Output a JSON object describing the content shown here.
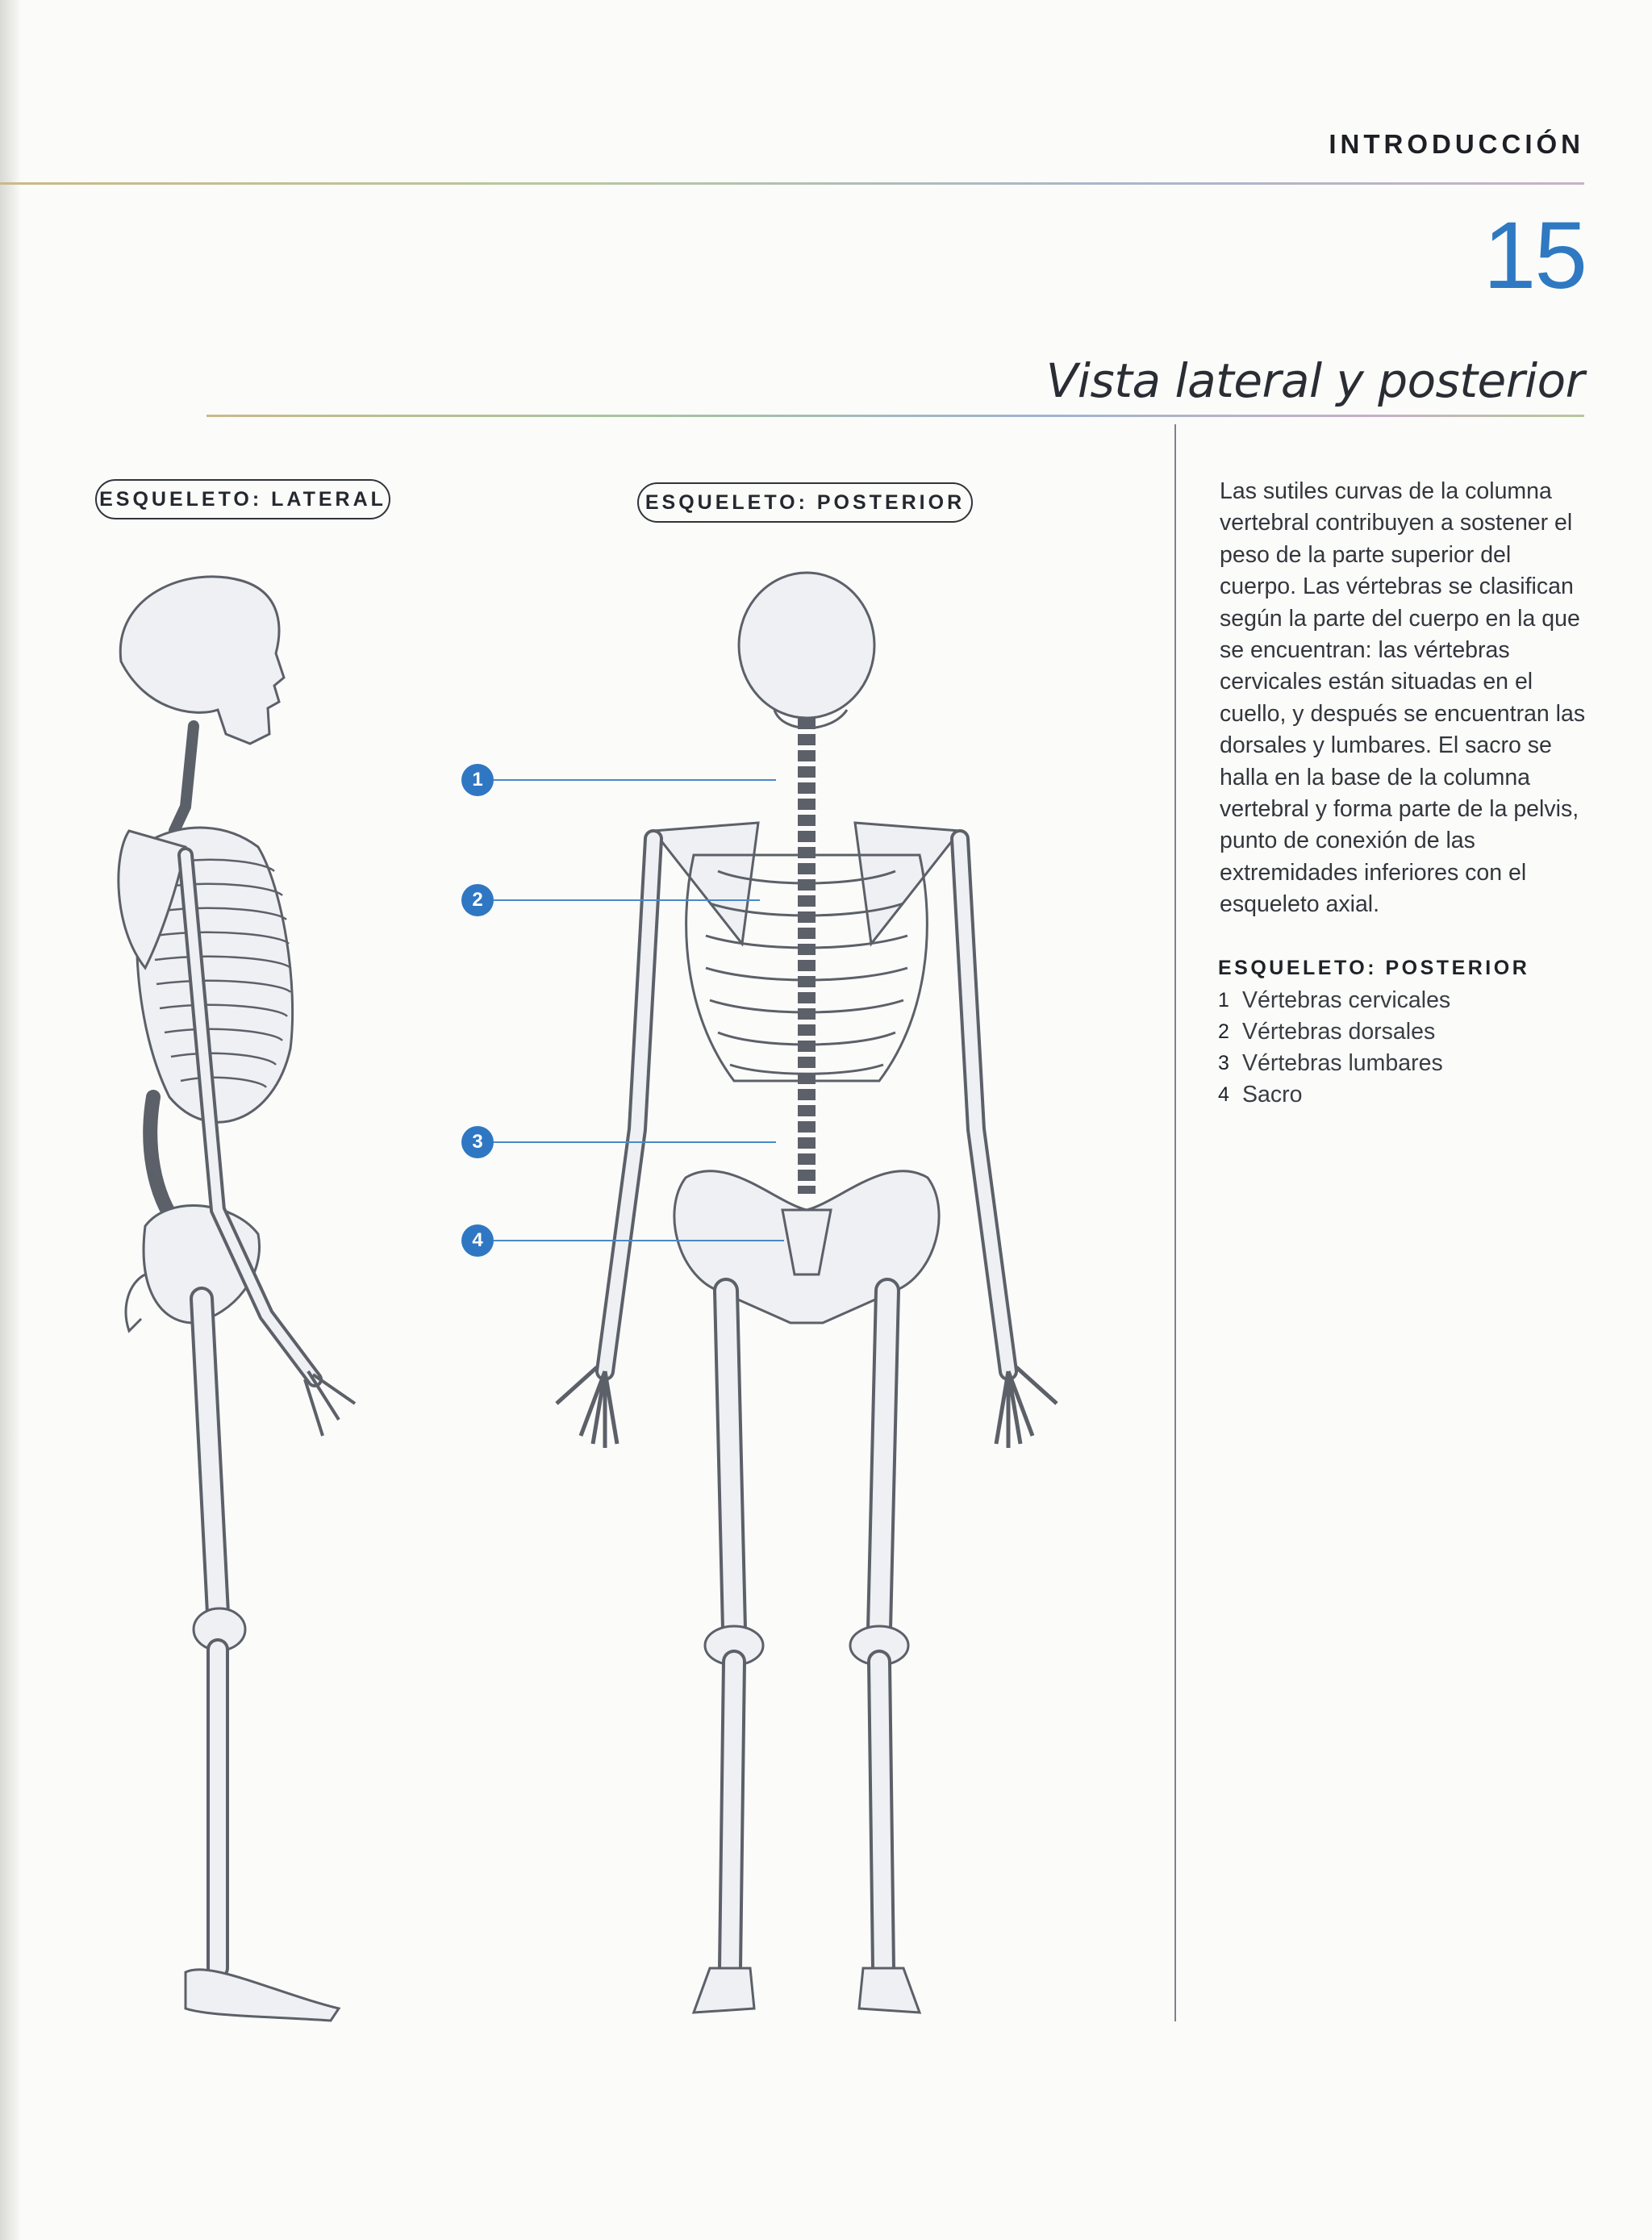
{
  "header": {
    "section": "INTRODUCCIÓN",
    "page_number": "15",
    "title": "Vista lateral y posterior"
  },
  "figures": {
    "lateral_label": "ESQUELETO: LATERAL",
    "posterior_label": "ESQUELETO: POSTERIOR",
    "callouts": [
      "1",
      "2",
      "3",
      "4"
    ]
  },
  "body": {
    "paragraph": "Las sutiles curvas de la columna vertebral contribuyen a sostener el peso de la parte superior del cuerpo. Las vértebras se clasifican según la parte del cuerpo en la que se encuentran: las vértebras cervicales están situadas en el cuello, y después se encuentran las dorsales y lumbares. El sacro se halla en la base de la columna vertebral y forma parte de la pelvis, punto de conexión de las extremidades inferiores con el esqueleto axial."
  },
  "legend": {
    "title": "ESQUELETO: POSTERIOR",
    "items": [
      {
        "num": "1",
        "label": "Vértebras cervicales"
      },
      {
        "num": "2",
        "label": "Vértebras dorsales"
      },
      {
        "num": "3",
        "label": "Vértebras lumbares"
      },
      {
        "num": "4",
        "label": "Sacro"
      }
    ]
  },
  "colors": {
    "accent": "#2f77c2",
    "bone_fill": "#eef0f4",
    "bone_stroke": "#5c6068"
  }
}
